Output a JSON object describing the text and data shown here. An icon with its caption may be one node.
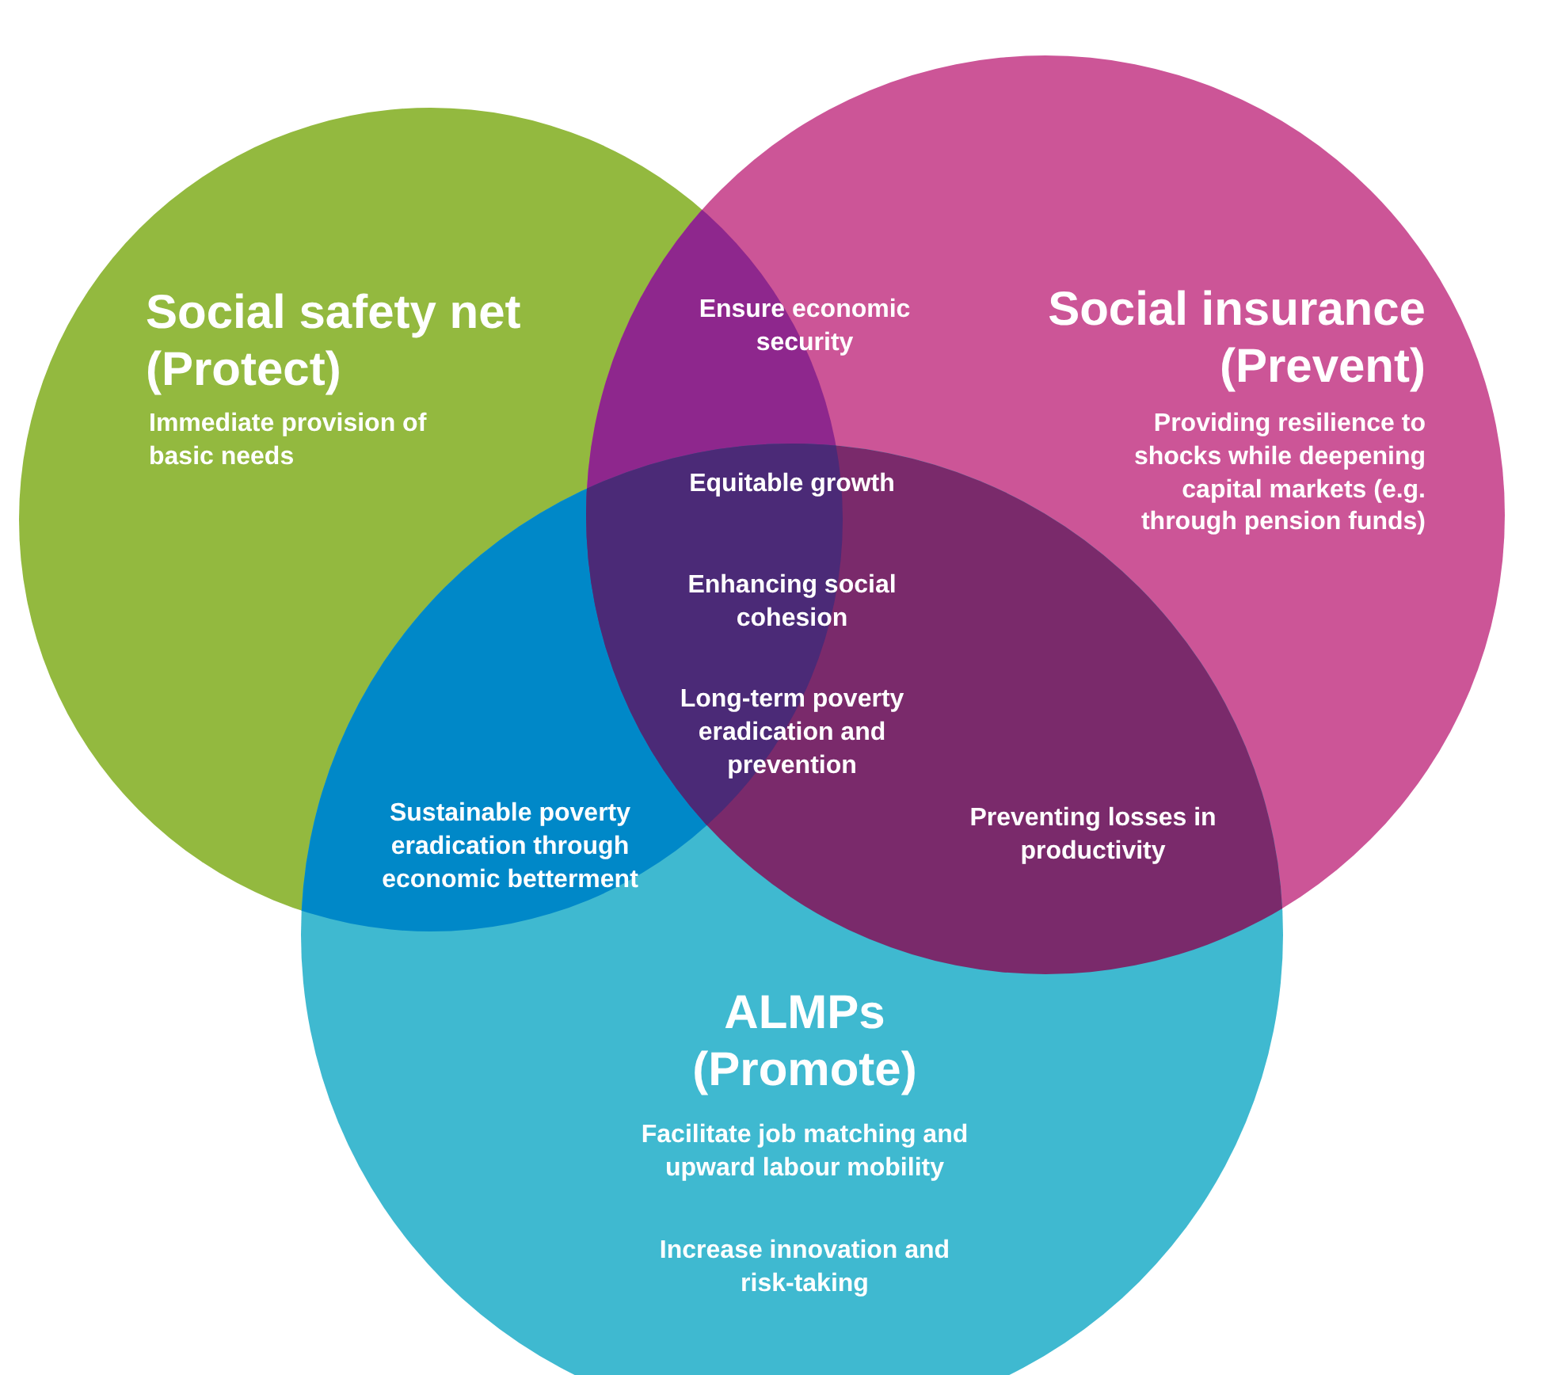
{
  "diagram": {
    "nodes": [
      {
        "text": [
          "Social safety net (Protect)",
          "Immediate provision of basic needs"
        ]
      },
      {
        "text": [
          "Social insurance (Prevent)",
          "Providing resilience to shocks while deepening capital markets (e.g. through pension funds)"
        ]
      },
      {
        "text": [
          "ALMPs (Promote)",
          "Facilitate job matching and upward labour mobility",
          "Increase innovation and risk-taking"
        ]
      },
      {
        "text": [
          "Ensure economic security"
        ]
      },
      {
        "text": [
          "Equitable growth",
          "Enhancing social cohesion",
          "Long-term poverty eradication and prevention"
        ]
      },
      {
        "text": [
          "Sustainable poverty eradication through economic betterment"
        ]
      },
      {
        "text": [
          "Preventing losses in productivity"
        ]
      }
    ],
    "edges": []
  }
}
